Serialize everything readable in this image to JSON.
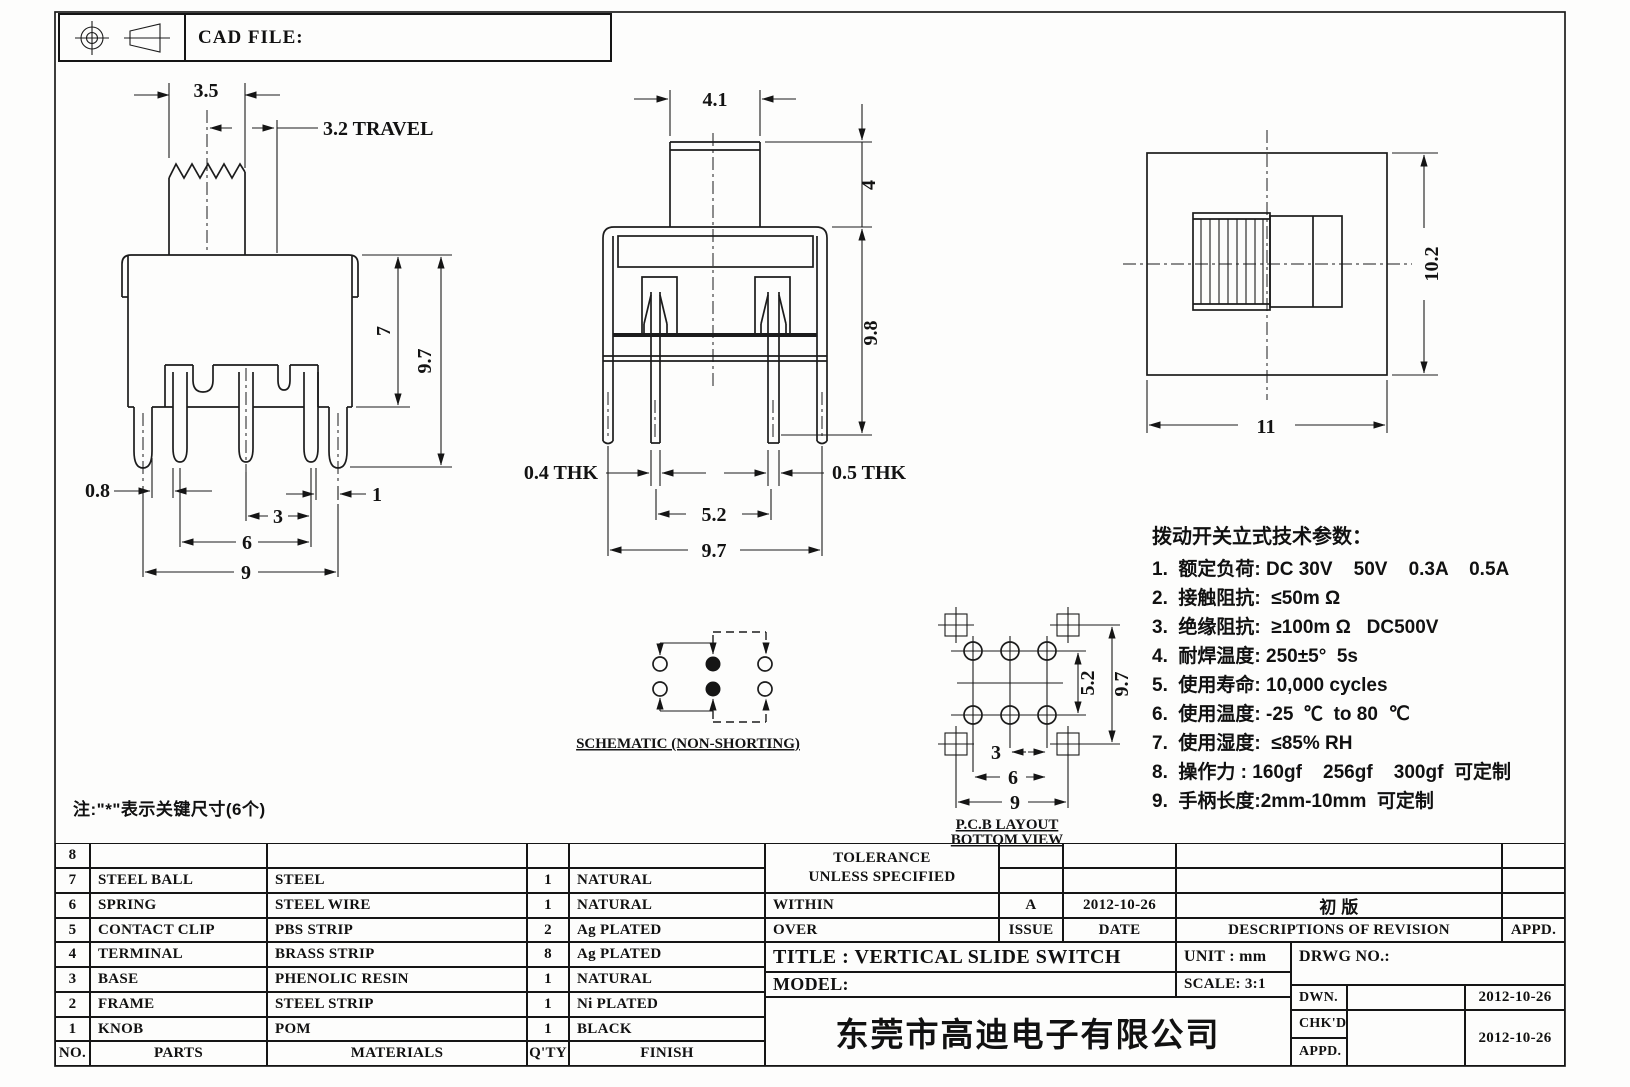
{
  "header": {
    "cad_file_label": "CAD FILE:"
  },
  "note": "注:\"*\"表示关键尺寸(6个)",
  "specs": {
    "title": "拨动开关立式技术参数：",
    "items": [
      "1.  额定负荷: DC 30V    50V    0.3A    0.5A",
      "2.  接触阻抗:  ≤50m Ω",
      "3.  绝缘阻抗:  ≥100m Ω   DC500V",
      "4.  耐焊温度: 250±5°  5s",
      "5.  使用寿命: 10,000 cycles",
      "6.  使用温度: -25  ℃  to 80  ℃",
      "7.  使用湿度:  ≤85% RH",
      "8.  操作力 : 160gf    256gf    300gf  可定制",
      "9.  手柄长度:2mm-10mm  可定制"
    ]
  },
  "views": {
    "front": {
      "kw": "3.5",
      "travel": "3.2 TRAVEL",
      "h7": "7",
      "h97": "9.7",
      "d08": "0.8",
      "d1": "1",
      "d3": "3",
      "d6": "6",
      "d9": "9"
    },
    "side": {
      "kw": "4.1",
      "kh": "4",
      "bh": "9.8",
      "thkl": "0.4 THK",
      "thkr": "0.5 THK",
      "span52": "5.2",
      "span97": "9.7"
    },
    "top": {
      "w11": "11",
      "d102": "10.2"
    },
    "schematic": {
      "label": "SCHEMATIC (NON-SHORTING)"
    },
    "pcb": {
      "d3": "3",
      "d6": "6",
      "d9": "9",
      "d52": "5.2",
      "d97": "9.7",
      "label1": "P.C.B LAYOUT",
      "label2": "BOTTOM VIEW"
    }
  },
  "bom": {
    "headers": [
      "NO.",
      "PARTS",
      "MATERIALS",
      "Q'TY",
      "FINISH"
    ],
    "rows": [
      [
        "8",
        "",
        "",
        "",
        ""
      ],
      [
        "7",
        "STEEL BALL",
        "STEEL",
        "1",
        "NATURAL"
      ],
      [
        "6",
        "SPRING",
        "STEEL WIRE",
        "1",
        "NATURAL"
      ],
      [
        "5",
        "CONTACT CLIP",
        "PBS STRIP",
        "2",
        "Ag PLATED"
      ],
      [
        "4",
        "TERMINAL",
        "BRASS STRIP",
        "8",
        "Ag PLATED"
      ],
      [
        "3",
        "BASE",
        "PHENOLIC RESIN",
        "1",
        "NATURAL"
      ],
      [
        "2",
        "FRAME",
        "STEEL STRIP",
        "1",
        "Ni PLATED"
      ],
      [
        "1",
        "KNOB",
        "POM",
        "1",
        "BLACK"
      ]
    ]
  },
  "titleblock": {
    "tolerance1": "TOLERANCE",
    "tolerance2": "UNLESS   SPECIFIED",
    "within": "WITHIN",
    "over": "OVER",
    "rev_letter": "A",
    "rev_date": "2012-10-26",
    "rev_desc": "初  版",
    "issue": "ISSUE",
    "date": "DATE",
    "desc": "DESCRIPTIONS  OF  REVISION",
    "appd_col": "APPD.",
    "title": "TITLE :    VERTICAL  SLIDE  SWITCH",
    "unit": "UNIT :    mm",
    "drwg": "DRWG  NO.:",
    "model": "MODEL:",
    "scale": "SCALE:    3:1",
    "company": "东莞市高迪电子有限公司",
    "dwn": "DWN.",
    "chkd": "CHK'D",
    "appd": "APPD.",
    "dwn_date": "2012-10-26",
    "chkd_date": "2012-10-26"
  }
}
